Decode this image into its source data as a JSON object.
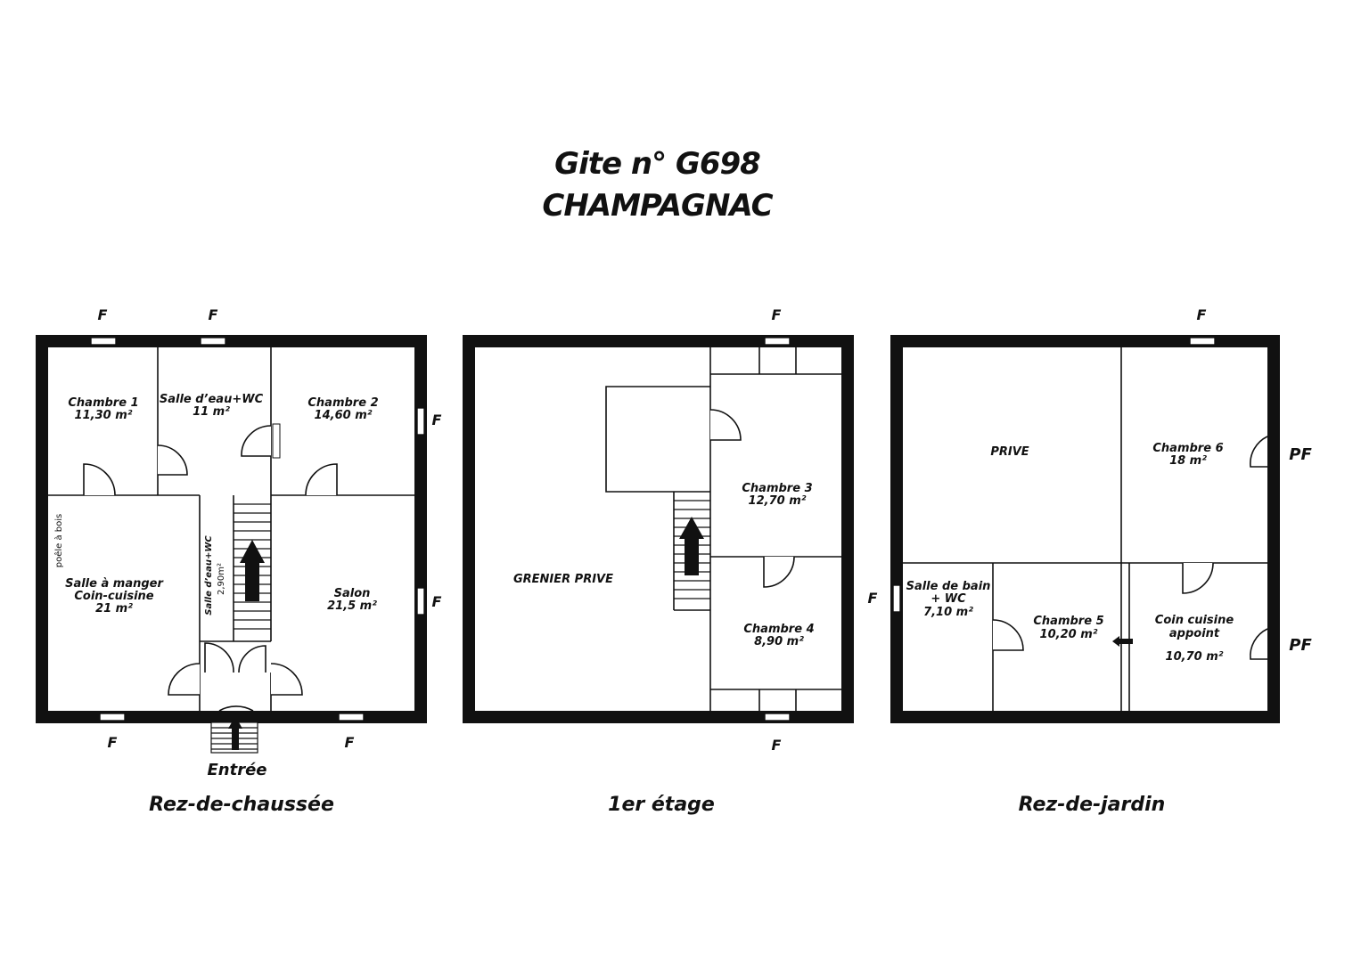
{
  "header": {
    "line1": "Gite n° G698",
    "line2": "CHAMPAGNAC"
  },
  "window_label": "F",
  "door_window_label": "PF",
  "entrance_label": "Entrée",
  "floors": {
    "rdc": {
      "name": "Rez-de-chaussée",
      "rooms": {
        "chambre1": {
          "name": "Chambre 1",
          "area": "11,30 m²"
        },
        "salle_eau": {
          "name": "Salle d’eau+WC",
          "area": "11 m²"
        },
        "chambre2": {
          "name": "Chambre 2",
          "area": "14,60 m²"
        },
        "salle_manger": {
          "name": "Salle à manger",
          "sub": "Coin-cuisine",
          "area": "21 m²"
        },
        "salon": {
          "name": "Salon",
          "area": "21,5 m²"
        },
        "salle_eau_small": {
          "name": "Salle d’eau+WC",
          "area": "2,90m²"
        }
      },
      "note": "poêle à bois"
    },
    "etage": {
      "name": "1er étage",
      "rooms": {
        "grenier": {
          "name": "GRENIER PRIVE"
        },
        "chambre3": {
          "name": "Chambre 3",
          "area": "12,70 m²"
        },
        "chambre4": {
          "name": "Chambre 4",
          "area": "8,90 m²"
        }
      }
    },
    "jardin": {
      "name": "Rez-de-jardin",
      "rooms": {
        "prive": {
          "name": "PRIVE"
        },
        "chambre6": {
          "name": "Chambre 6",
          "area": "18 m²"
        },
        "salle_bain": {
          "name": "Salle de bain",
          "sub": "+ WC",
          "area": "7,10 m²"
        },
        "chambre5": {
          "name": "Chambre 5",
          "area": "10,20 m²"
        },
        "coin_cuisine": {
          "name": "Coin cuisine",
          "sub": "appoint",
          "area": "10,70 m²"
        }
      }
    }
  }
}
